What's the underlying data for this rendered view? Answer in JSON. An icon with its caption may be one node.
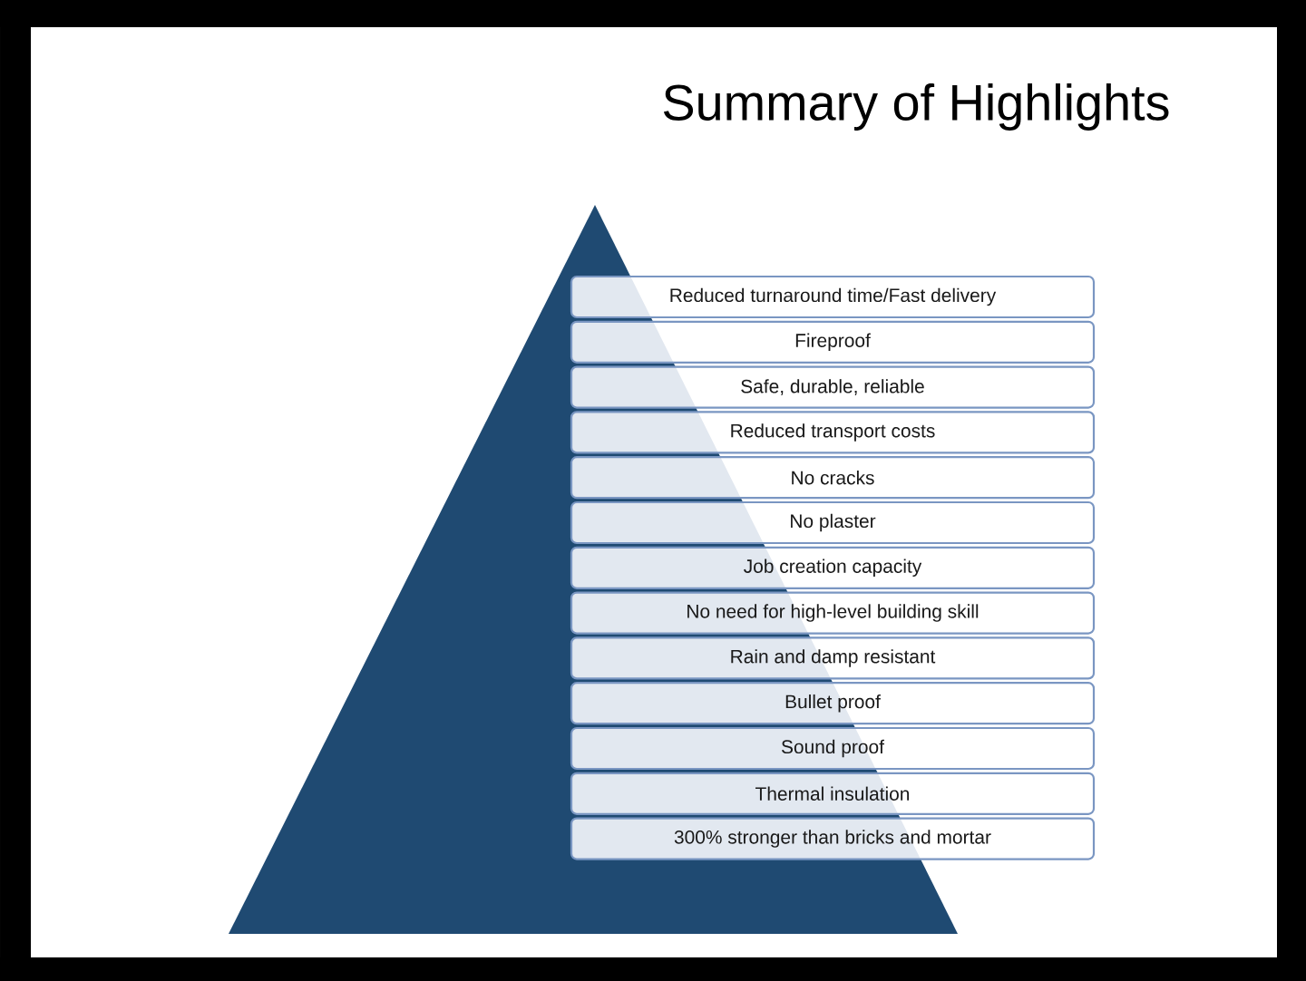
{
  "diagram": {
    "title": "Summary of Highlights",
    "nodes": [
      {
        "text": [
          "Reduced turnaround time/Fast delivery"
        ]
      },
      {
        "text": [
          "Fireproof"
        ]
      },
      {
        "text": [
          "Safe, durable, reliable"
        ]
      },
      {
        "text": [
          "Reduced transport costs"
        ]
      },
      {
        "text": [
          "No cracks"
        ]
      },
      {
        "text": [
          "No plaster"
        ]
      },
      {
        "text": [
          "Job creation capacity"
        ]
      },
      {
        "text": [
          "No need for high-level building skill"
        ]
      },
      {
        "text": [
          "Rain and damp resistant"
        ]
      },
      {
        "text": [
          "Bullet proof"
        ]
      },
      {
        "text": [
          "Sound proof"
        ]
      },
      {
        "text": [
          "Thermal insulation"
        ]
      },
      {
        "text": [
          "300% stronger than bricks and mortar"
        ]
      }
    ]
  }
}
